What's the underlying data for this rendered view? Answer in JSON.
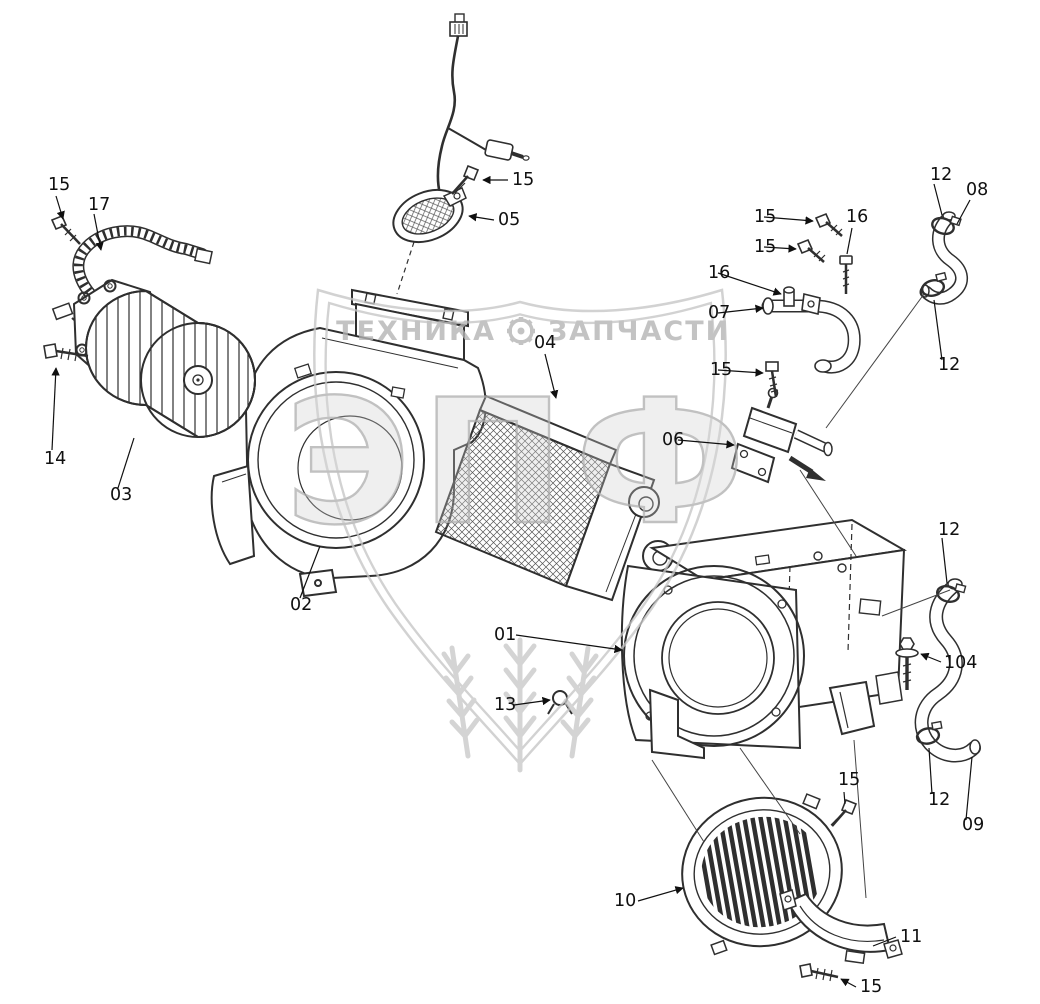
{
  "diagram": {
    "background_color": "#ffffff",
    "line_color": "#2f2f2f",
    "label_color": "#101010",
    "watermark_color": "#bdbdbd",
    "type": "exploded-parts-diagram",
    "subject": "heater blower assembly"
  },
  "watermark": {
    "tagline_left": "ТЕХНИКА",
    "tagline_right": "ЗАПЧАСТИ",
    "gear_icon": "gear",
    "brand_letters": "ЭПФ",
    "emblem": "shield-with-wheat-ears"
  },
  "labels": [
    {
      "text": "15",
      "target": "bolt-blower-motor-upper"
    },
    {
      "text": "17",
      "target": "corrugated-hose"
    },
    {
      "text": "14",
      "target": "bolt-blower-motor-side"
    },
    {
      "text": "03",
      "target": "blower-motor-fan"
    },
    {
      "text": "02",
      "target": "blower-housing"
    },
    {
      "text": "15",
      "target": "bolt-sensor"
    },
    {
      "text": "05",
      "target": "harness-sensor"
    },
    {
      "text": "04",
      "target": "heater-core"
    },
    {
      "text": "15",
      "target": "bolt-pipe-upper"
    },
    {
      "text": "15",
      "target": "bolt-pipe-lower"
    },
    {
      "text": "16",
      "target": "pin-pipe"
    },
    {
      "text": "16",
      "target": "pipe-nipple"
    },
    {
      "text": "07",
      "target": "water-pipe"
    },
    {
      "text": "12",
      "target": "clamp-upper-hose-top"
    },
    {
      "text": "08",
      "target": "upper-hose"
    },
    {
      "text": "12",
      "target": "clamp-upper-hose-bottom"
    },
    {
      "text": "15",
      "target": "bolt-valve"
    },
    {
      "text": "06",
      "target": "water-valve"
    },
    {
      "text": "12",
      "target": "clamp-lower-hose-top"
    },
    {
      "text": "104",
      "target": "bolt-housing"
    },
    {
      "text": "12",
      "target": "clamp-lower-hose-bottom"
    },
    {
      "text": "09",
      "target": "lower-hose"
    },
    {
      "text": "01",
      "target": "heater-unit-housing"
    },
    {
      "text": "13",
      "target": "clip"
    },
    {
      "text": "10",
      "target": "round-grille-cover"
    },
    {
      "text": "15",
      "target": "bolt-grille"
    },
    {
      "text": "11",
      "target": "lower-cover"
    },
    {
      "text": "15",
      "target": "bolt-lower-cover"
    }
  ]
}
